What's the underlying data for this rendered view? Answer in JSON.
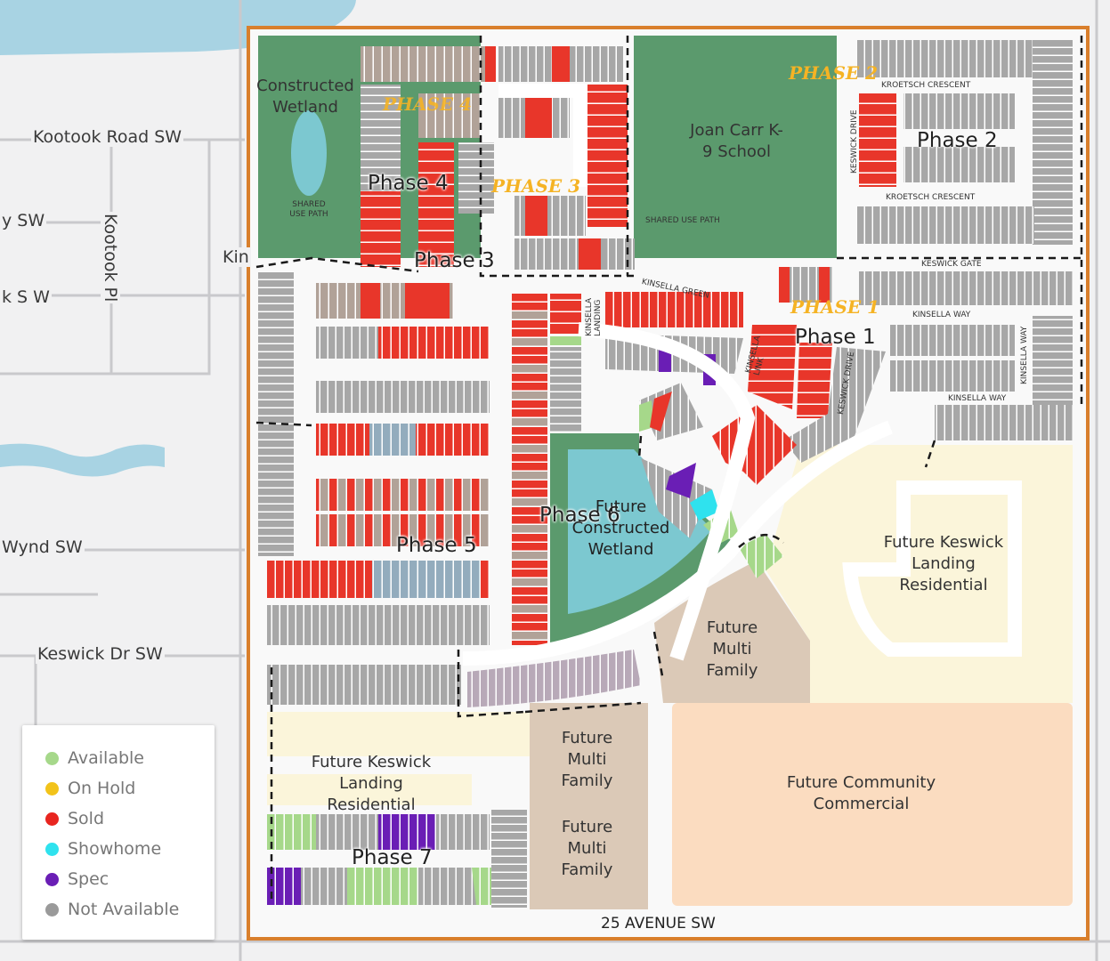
{
  "streets": {
    "kootook_road": "Kootook Road SW",
    "kootook_pl": "Kootook Pl",
    "y_sw": "y SW",
    "k_sw": "k S W",
    "kin": "Kin",
    "wynd_sw": "Wynd SW",
    "keswick_dr": "Keswick Dr SW",
    "avenue_25": "25 AVENUE SW"
  },
  "phases": {
    "p1": "Phase 1",
    "p2": "Phase 2",
    "p3": "Phase 3",
    "p4": "Phase 4",
    "p5": "Phase 5",
    "p6": "Phase 6",
    "p7": "Phase 7"
  },
  "banners": {
    "b2": "PHASE 2",
    "b3": "PHASE 3",
    "b4": "PHASE 4",
    "b1": "PHASE 1"
  },
  "zones": {
    "constructed_wetland": "Constructed Wetland",
    "school": "Joan Carr K-9 School",
    "future_wetland": "Future Constructed Wetland",
    "future_multi_family_1": "Future Multi Family",
    "future_multi_family_2": "Future Multi Family",
    "future_multi_family_3": "Future Multi Family",
    "future_keswick_res_1": "Future Keswick Landing Residential",
    "future_keswick_res_2": "Future Keswick Landing Residential",
    "future_commercial": "Future Community Commercial"
  },
  "small_labels": {
    "shared_use_path_1": "SHARED USE PATH",
    "shared_use_path_2": "SHARED USE PATH",
    "kroetsch_top": "KROETSCH CRESCENT",
    "kroetsch_bottom": "KROETSCH CRESCENT",
    "keswick_drive_1": "KESWICK DRIVE",
    "keswick_drive_2": "KESWICK DRIVE",
    "keswick_gate": "KESWICK GATE",
    "kinsella_green": "KINSELLA GREEN",
    "kinsella_landing": "KINSELLA LANDING",
    "kinsella_link": "KINSELLA LINK",
    "kinsella_way_1": "KINSELLA WAY",
    "kinsella_way_2": "KINSELLA WAY",
    "kinsella_way_3": "KINSELLA WAY"
  },
  "legend": {
    "items": [
      {
        "label": "Available",
        "color": "#a6d88a"
      },
      {
        "label": "On Hold",
        "color": "#f2c31a"
      },
      {
        "label": "Sold",
        "color": "#e8251f"
      },
      {
        "label": "Showhome",
        "color": "#2fe2ee"
      },
      {
        "label": "Spec",
        "color": "#6a1eb5"
      },
      {
        "label": "Not Available",
        "color": "#9a9a9a"
      }
    ]
  },
  "colors": {
    "green_space": "#5b9a6d",
    "water": "#7cc8d0",
    "future_res": "#fbf5da",
    "multi_family": "#dbc9b7",
    "commercial": "#fbdcc0",
    "boundary": "#d97f2c",
    "lot_gray": "#a7a7a7",
    "lot_taupe": "#b1a298",
    "lot_blue": "#93acbd",
    "lot_sold": "#e8362a"
  }
}
